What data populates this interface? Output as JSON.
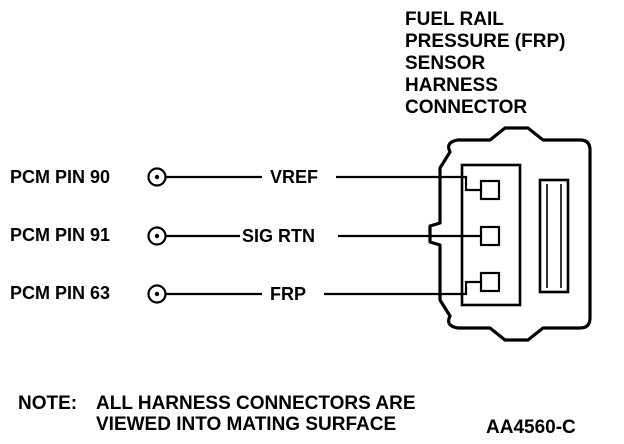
{
  "connector_title": [
    "FUEL RAIL",
    "PRESSURE (FRP)",
    "SENSOR",
    "HARNESS",
    "CONNECTOR"
  ],
  "circuits": [
    {
      "pin": "PCM PIN 90",
      "signal": "VREF"
    },
    {
      "pin": "PCM PIN 91",
      "signal": "SIG RTN"
    },
    {
      "pin": "PCM PIN 63",
      "signal": "FRP"
    }
  ],
  "note": {
    "prefix": "NOTE:",
    "line1": "ALL HARNESS CONNECTORS ARE",
    "line2": "VIEWED INTO MATING SURFACE"
  },
  "figure_code": "AA4560-C"
}
